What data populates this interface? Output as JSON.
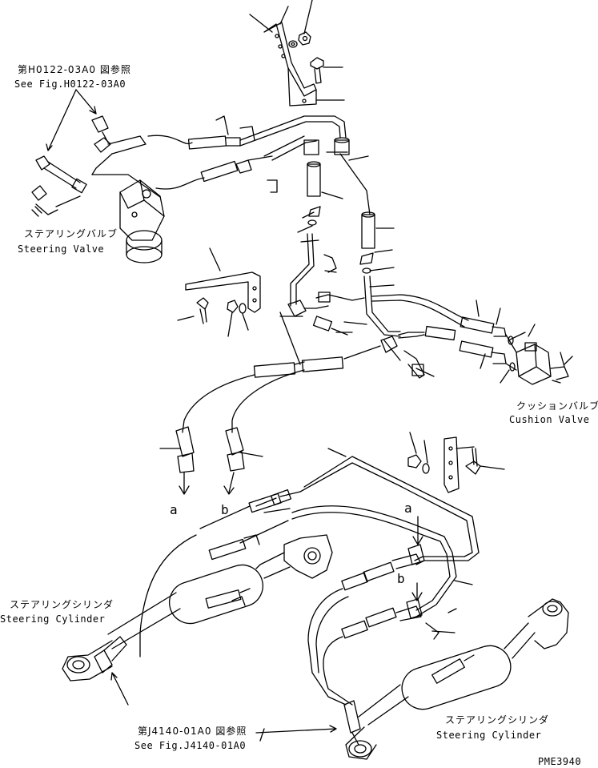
{
  "labels": {
    "ref_top_jp": "第H0122-03A0 図参照",
    "ref_top_en": "See Fig.H0122-03A0",
    "steering_valve_jp": "ステアリングバルブ",
    "steering_valve_en": "Steering Valve",
    "cushion_valve_jp": "クッションバルブ",
    "cushion_valve_en": "Cushion Valve",
    "steering_cyl_left_jp": "ステアリングシリンダ",
    "steering_cyl_left_en": "Steering Cylinder",
    "steering_cyl_right_jp": "ステアリングシリンダ",
    "steering_cyl_right_en": "Steering Cylinder",
    "ref_bottom_jp": "第J4140-01A0 図参照",
    "ref_bottom_en": "See Fig.J4140-01A0",
    "arrow_a_left": "a",
    "arrow_b_left": "b",
    "arrow_a_right": "a",
    "arrow_b_right": "b",
    "drawing_id": "PME3940"
  }
}
